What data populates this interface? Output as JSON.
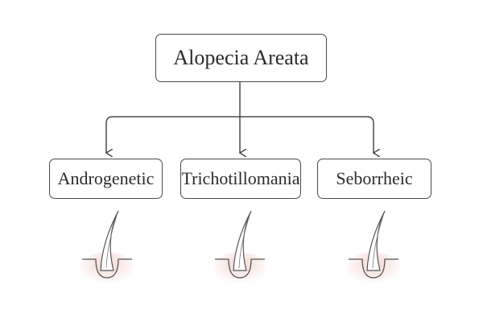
{
  "diagram": {
    "root": {
      "label": "Alopecia Areata"
    },
    "children": [
      {
        "label": "Androgenetic"
      },
      {
        "label": "Trichotillomania"
      },
      {
        "label": "Seborrheic"
      }
    ]
  },
  "colors": {
    "line": "#4a4a4a",
    "text": "#2b2b2b",
    "skin_glow": "#f4d9d5",
    "follicle_stroke": "#555555"
  }
}
